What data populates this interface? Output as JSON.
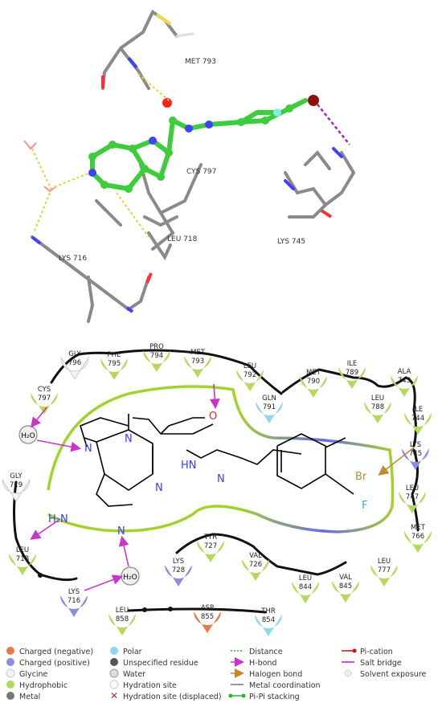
{
  "top_panel": {
    "residue_labels": [
      {
        "id": "met793",
        "text": "MET 793"
      },
      {
        "id": "cys797",
        "text": "CYS 797"
      },
      {
        "id": "leu718",
        "text": "LEU 718"
      },
      {
        "id": "lys716",
        "text": "LYS 716"
      },
      {
        "id": "lys745",
        "text": "LYS 745"
      }
    ]
  },
  "residues": [
    {
      "id": "gly796",
      "name": "GLY",
      "num": "796",
      "kind": "glycine"
    },
    {
      "id": "phe795",
      "name": "PHE",
      "num": "795",
      "kind": "hydrophobic"
    },
    {
      "id": "pro794",
      "name": "PRO",
      "num": "794",
      "kind": "hydrophobic"
    },
    {
      "id": "met793",
      "name": "MET",
      "num": "793",
      "kind": "hydrophobic"
    },
    {
      "id": "leu792",
      "name": "LEU",
      "num": "792",
      "kind": "hydrophobic"
    },
    {
      "id": "gln791",
      "name": "GLN",
      "num": "791",
      "kind": "polar"
    },
    {
      "id": "met790",
      "name": "MET",
      "num": "790",
      "kind": "hydrophobic"
    },
    {
      "id": "ile789",
      "name": "ILE",
      "num": "789",
      "kind": "hydrophobic"
    },
    {
      "id": "leu788",
      "name": "LEU",
      "num": "788",
      "kind": "hydrophobic"
    },
    {
      "id": "ala743",
      "name": "ALA",
      "num": "743",
      "kind": "hydrophobic"
    },
    {
      "id": "ile744",
      "name": "ILE",
      "num": "744",
      "kind": "hydrophobic"
    },
    {
      "id": "lys745",
      "name": "LYS",
      "num": "745",
      "kind": "positive"
    },
    {
      "id": "leu747",
      "name": "LEU",
      "num": "747",
      "kind": "hydrophobic"
    },
    {
      "id": "met766",
      "name": "MET",
      "num": "766",
      "kind": "hydrophobic"
    },
    {
      "id": "cys797",
      "name": "CYS",
      "num": "797",
      "kind": "hydrophobic"
    },
    {
      "id": "gly719",
      "name": "GLY",
      "num": "719",
      "kind": "glycine"
    },
    {
      "id": "leu718",
      "name": "LEU",
      "num": "718",
      "kind": "hydrophobic"
    },
    {
      "id": "lys716",
      "name": "LYS",
      "num": "716",
      "kind": "positive"
    },
    {
      "id": "lys728",
      "name": "LYS",
      "num": "728",
      "kind": "positive"
    },
    {
      "id": "tyr727",
      "name": "TYR",
      "num": "727",
      "kind": "hydrophobic"
    },
    {
      "id": "val726",
      "name": "VAL",
      "num": "726",
      "kind": "hydrophobic"
    },
    {
      "id": "leu777",
      "name": "LEU",
      "num": "777",
      "kind": "hydrophobic"
    },
    {
      "id": "leu844",
      "name": "LEU",
      "num": "844",
      "kind": "hydrophobic"
    },
    {
      "id": "val845",
      "name": "VAL",
      "num": "845",
      "kind": "hydrophobic"
    },
    {
      "id": "leu858",
      "name": "LEU",
      "num": "858",
      "kind": "hydrophobic"
    },
    {
      "id": "asp855",
      "name": "ASP",
      "num": "855",
      "kind": "negative"
    },
    {
      "id": "thr854",
      "name": "THR",
      "num": "854",
      "kind": "polar"
    }
  ],
  "water_label": "H₂O",
  "ligand_atoms": {
    "o": "O",
    "hn": "HN",
    "n": "N",
    "nh2": "H₂N",
    "br": "Br",
    "f": "F"
  },
  "colors": {
    "hydrophobic": "#b5d95a",
    "polar": "#8fd6ef",
    "positive": "#8a8ee0",
    "negative": "#e87a4a",
    "glycine": "#f4f4f4",
    "hbond": "#cc33cc",
    "halogen": "#c08a30",
    "nitrogen": "#3a3aff",
    "oxygen": "#ff2020"
  },
  "legend": {
    "col1": [
      "Charged (negative)",
      "Charged (positive)",
      "Glycine",
      "Hydrophobic",
      "Metal"
    ],
    "col2": [
      "Polar",
      "Unspecified residue",
      "Water",
      "Hydration site",
      "Hydration site (displaced)"
    ],
    "col3": [
      "Distance",
      "H-bond",
      "Halogen bond",
      "Metal coordination",
      "Pi-Pi stacking"
    ],
    "col4": [
      "Pi-cation",
      "Salt bridge",
      "Solvent exposure"
    ]
  }
}
